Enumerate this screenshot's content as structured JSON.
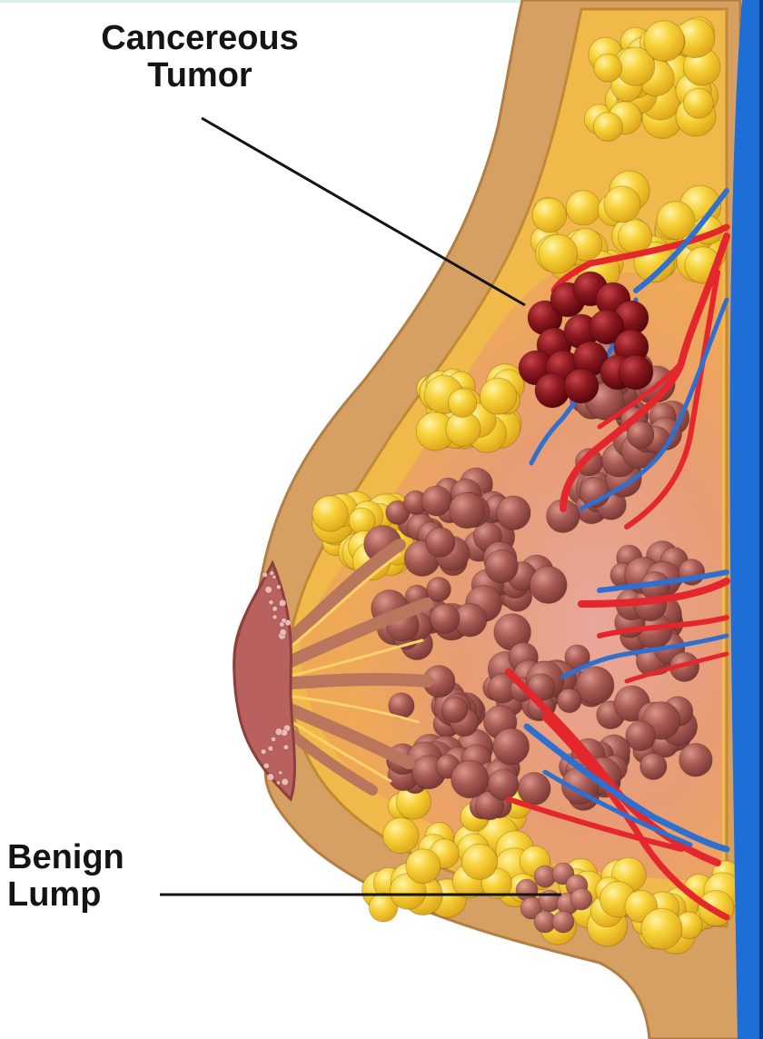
{
  "labels": {
    "tumor": [
      "Cancereous",
      "Tumor"
    ],
    "benign": [
      "Benign",
      "Lump"
    ]
  },
  "colors": {
    "skin": "#D6A062",
    "skin_outline": "#B37E43",
    "fat": "#F2C62E",
    "fat_highlight": "#FFEB86",
    "lobule": "#A3544E",
    "lobule_highlight": "#C98277",
    "tumor": "#7E1018",
    "tumor_highlight": "#B7363C",
    "artery": "#E4262D",
    "vein": "#2F6FCE",
    "chest_wall": "#1E6ED6"
  },
  "icons": {
    "tumor": "malignant-tumor-cluster",
    "benign": "benign-lump-cluster"
  }
}
